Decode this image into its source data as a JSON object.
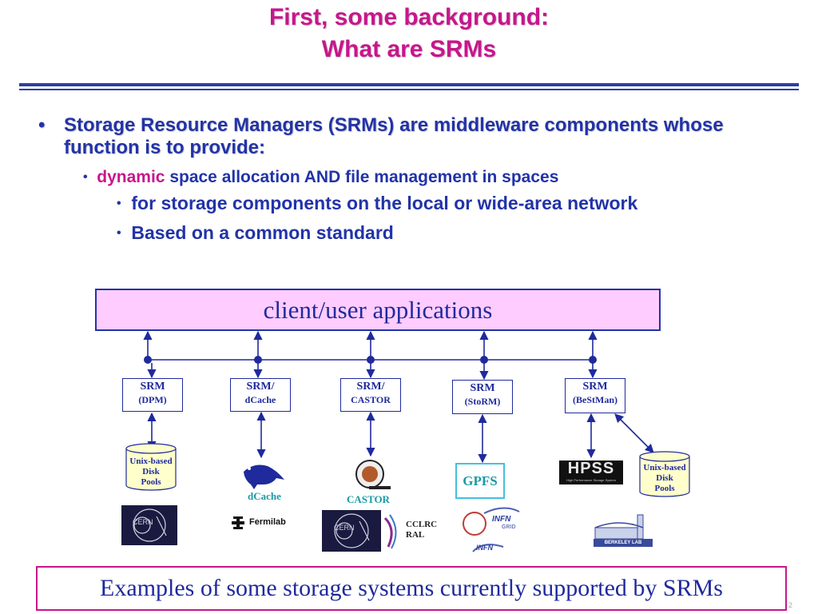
{
  "slide": {
    "title_line1": "First, some background:",
    "title_line2": "What are SRMs",
    "bullet1": "Storage Resource Managers (SRMs) are middleware components whose function is to provide:",
    "bullet2_keyword": "dynamic",
    "bullet2_rest": " space allocation AND file management in spaces",
    "bullet3a": "for storage components on the local or wide-area network",
    "bullet3b": "Based on a common standard",
    "bullet_char": "•",
    "page_number": "2"
  },
  "diagram": {
    "client_label": "client/user applications",
    "srms": [
      {
        "line1": "SRM",
        "line2": "(DPM)"
      },
      {
        "line1": "SRM/",
        "line2": "dCache"
      },
      {
        "line1": "SRM/",
        "line2": "CASTOR"
      },
      {
        "line1": "SRM",
        "line2": "(StoRM)"
      },
      {
        "line1": "SRM",
        "line2": "(BeStMan)"
      }
    ],
    "disk_pools_1": [
      "Unix-based",
      "Disk",
      "Pools"
    ],
    "disk_pools_2": [
      "Unix-based",
      "Disk",
      "Pools"
    ],
    "dcache_label": "dCache",
    "castor_label": "CASTOR",
    "gpfs_label": "GPFS",
    "hpss_logo": "HPSS",
    "hpss_tagline": "High Performance Storage System",
    "fermilab_label": "Fermilab",
    "cclrc_line1": "CCLRC",
    "cclrc_line2": "RAL",
    "cern_logo": "CERN",
    "infn_logo": "INFN",
    "infn_grid": "GRID",
    "berkeley_logo": "BERKELEY LAB",
    "caption": "Examples of some storage systems currently supported by SRMs"
  }
}
